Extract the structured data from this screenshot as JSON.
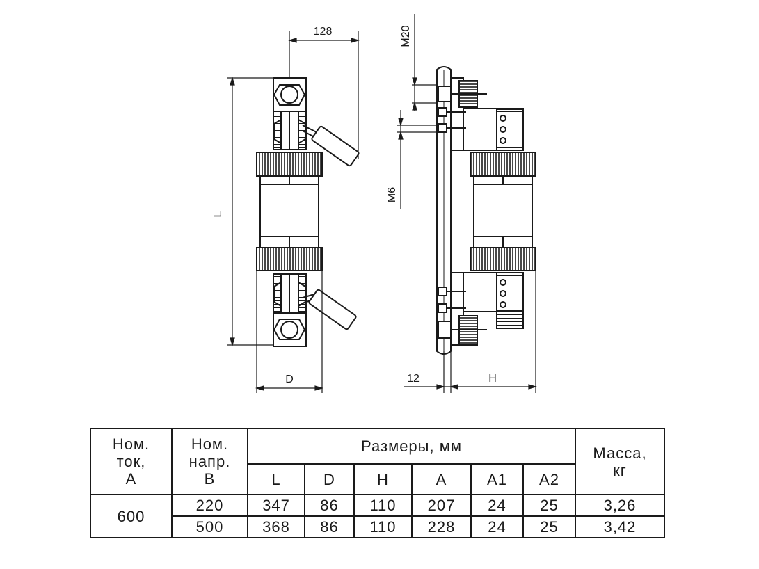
{
  "drawing": {
    "dims": {
      "width_128": "128",
      "length_L": "L",
      "diameter_D": "D",
      "thread_m20": "M20",
      "thread_m6": "M6",
      "plate_12": "12",
      "height_H": "H"
    }
  },
  "table": {
    "headers": {
      "nom_current": "Ном.\nток,\nА",
      "nom_voltage": "Ном.\nнапр.\nВ",
      "dimensions": "Размеры, мм",
      "mass": "Масса,\nкг"
    },
    "dim_columns": [
      "L",
      "D",
      "H",
      "A",
      "A1",
      "A2"
    ],
    "current_value": "600",
    "rows": [
      {
        "voltage": "220",
        "L": "347",
        "D": "86",
        "H": "110",
        "A": "207",
        "A1": "24",
        "A2": "25",
        "mass": "3,26"
      },
      {
        "voltage": "500",
        "L": "368",
        "D": "86",
        "H": "110",
        "A": "228",
        "A1": "24",
        "A2": "25",
        "mass": "3,42"
      }
    ]
  }
}
